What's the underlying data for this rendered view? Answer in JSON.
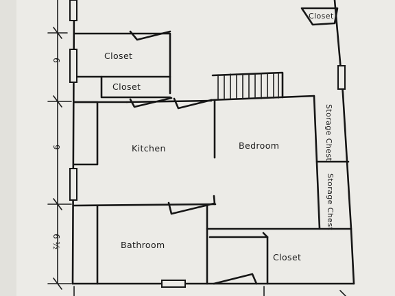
{
  "rooms": {
    "closet_top_left": "Closet",
    "closet_mid_left": "Closet",
    "closet_corner": "Closet",
    "kitchen": "Kitchen",
    "bedroom": "Bedroom",
    "storage_chest_1": "Storage Chest",
    "storage_chest_2": "Storage Chest",
    "bathroom": "Bathroom",
    "closet_bottom_right": "Closet"
  },
  "dimensions": {
    "top": "6",
    "middle": "9",
    "bottom": "6 ½"
  },
  "colors": {
    "ink": "#161616",
    "paper": "#ecebe7"
  }
}
